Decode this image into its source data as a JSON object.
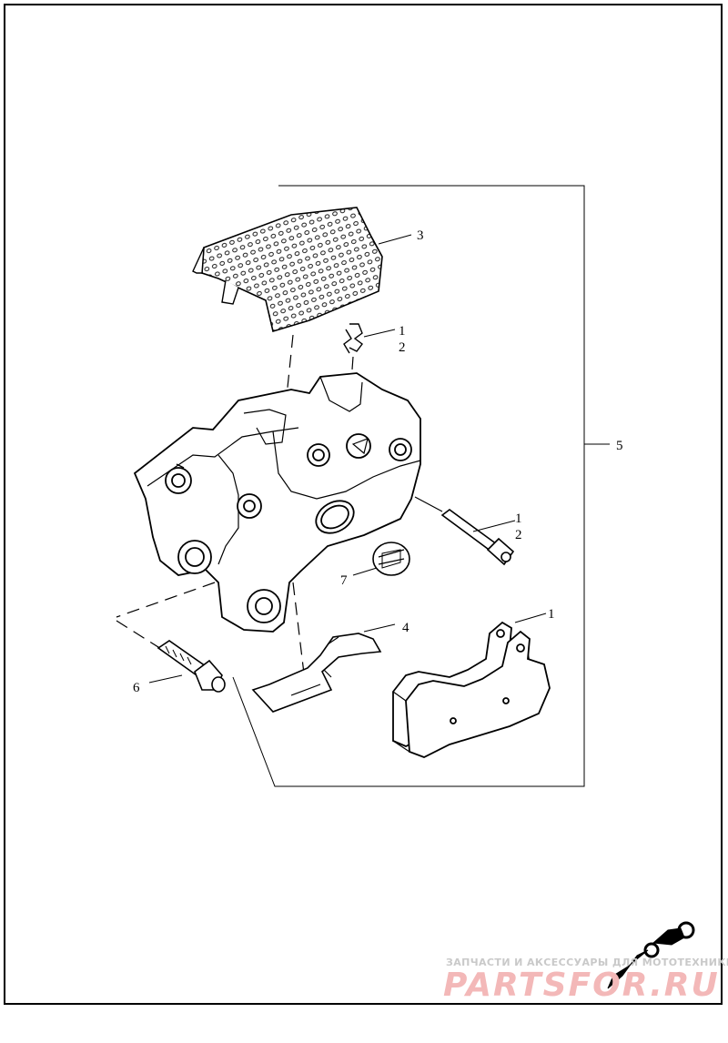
{
  "callouts": {
    "c1a": "1",
    "c2a": "2",
    "c3": "3",
    "c1b": "1",
    "c2b": "2",
    "c5": "5",
    "c7": "7",
    "c4": "4",
    "c1c": "1",
    "c6": "6"
  },
  "watermark": {
    "tagline": "ЗАПЧАСТИ И АКСЕССУАРЫ ДЛЯ МОТОТЕХНИКИ",
    "logo_text": "PARTSFOR.RU",
    "logo_color": "#f3b8b8",
    "tagline_color": "#c9c9c9"
  },
  "colors": {
    "line": "#000000",
    "background": "#ffffff"
  }
}
